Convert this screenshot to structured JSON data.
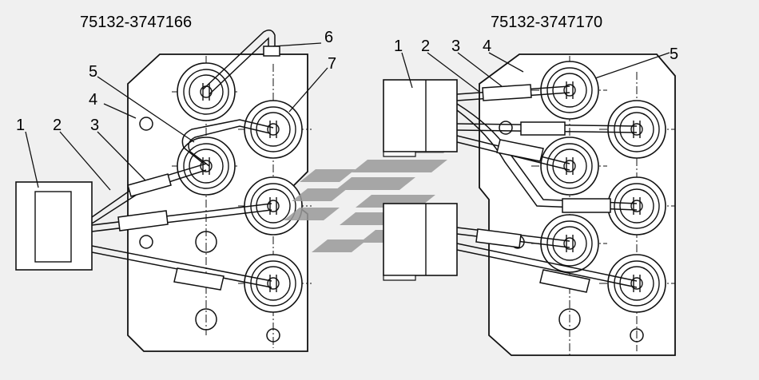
{
  "diagrams": [
    {
      "title": "75132-3747166",
      "callouts": [
        "1",
        "2",
        "3",
        "4",
        "5",
        "6",
        "7"
      ]
    },
    {
      "title": "75132-3747170",
      "callouts": [
        "1",
        "2",
        "3",
        "4",
        "5"
      ]
    }
  ],
  "colors": {
    "background": "#f0f0f0",
    "line": "#111111",
    "plate": "#ffffff",
    "watermark": "#9a9a9a"
  }
}
